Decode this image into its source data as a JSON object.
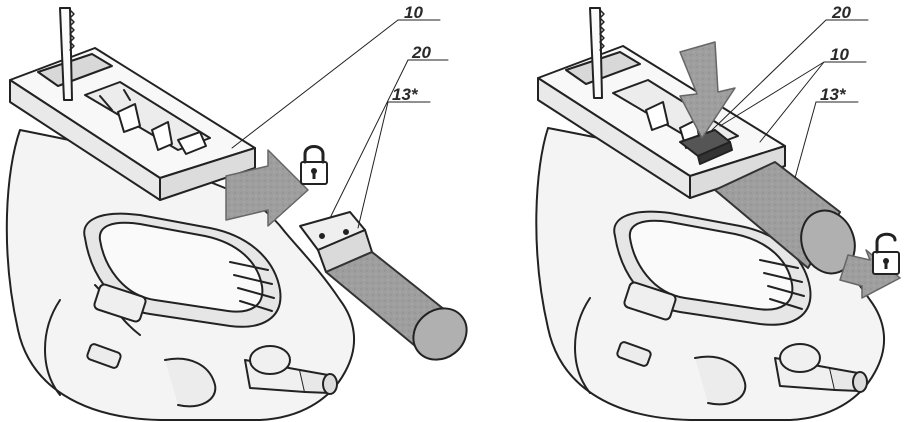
{
  "figure": {
    "left_panel": {
      "labels": [
        "10",
        "20",
        "13*"
      ],
      "arrow": "insert-arrow",
      "lock_icon": "lock-closed-icon"
    },
    "right_panel": {
      "labels": [
        "20",
        "10",
        "13*"
      ],
      "arrows": [
        "press-down-arrow",
        "pull-out-arrow"
      ],
      "lock_icon": "lock-open-icon"
    }
  },
  "colors": {
    "line": "#222222",
    "body_fill": "#f2f2f2",
    "arrow_fill": "#9a9a9a",
    "tube_fill": "#a9a9a9"
  }
}
